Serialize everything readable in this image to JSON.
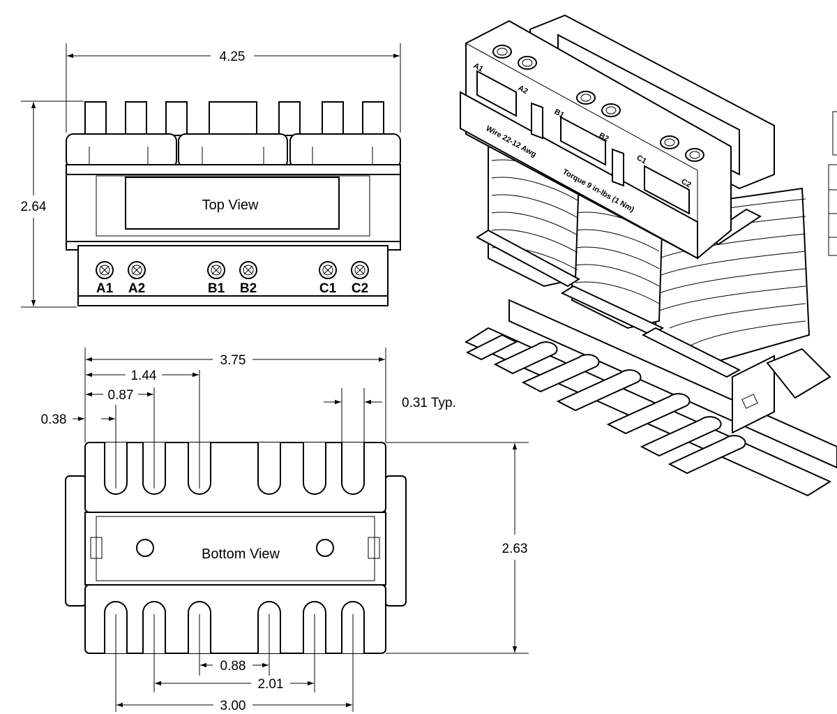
{
  "top_view": {
    "label": "Top View",
    "terminals": [
      "A1",
      "A2",
      "B1",
      "B2",
      "C1",
      "C2"
    ]
  },
  "bottom_view": {
    "label": "Bottom View"
  },
  "dimensions": {
    "width_top": "4.25",
    "height_top": "2.64",
    "width_bottom": "3.75",
    "offset_1": "1.44",
    "offset_2": "0.87",
    "offset_3": "0.38",
    "slot_width": "0.31 Typ.",
    "height_bottom": "2.63",
    "spacing_1": "0.88",
    "spacing_2": "2.01",
    "spacing_3": "3.00"
  },
  "iso_view": {
    "terminal_labels": [
      "A1",
      "A2",
      "B1",
      "B2",
      "C1",
      "C2"
    ],
    "spec_wire": "Wire 22-12 Awg",
    "spec_torque": "Torque 9 in-lbs (1 Nm)"
  }
}
